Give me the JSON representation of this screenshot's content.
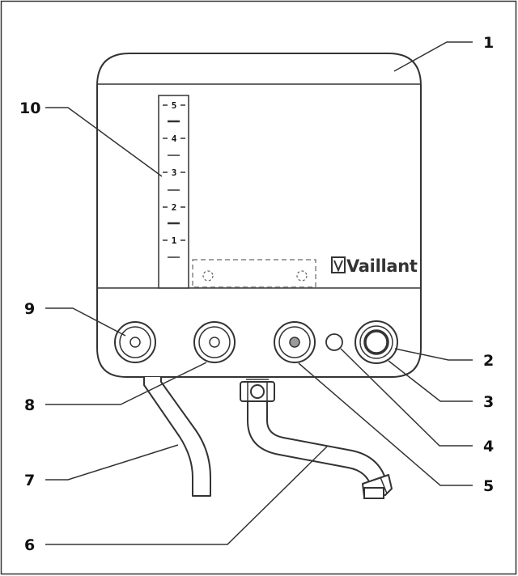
{
  "diagram": {
    "brand": "Vaillant",
    "scale_labels": [
      "5",
      "4",
      "3",
      "2",
      "1"
    ],
    "callouts": [
      "1",
      "2",
      "3",
      "4",
      "5",
      "6",
      "7",
      "8",
      "9",
      "10"
    ],
    "colors": {
      "stroke": "#333333",
      "background": "#ffffff",
      "knob_center_active": "#9a9a9a"
    },
    "icons": [
      "vaillant-logo-icon",
      "knob-icon",
      "indicator-lamp-icon",
      "water-connection-icon"
    ]
  }
}
